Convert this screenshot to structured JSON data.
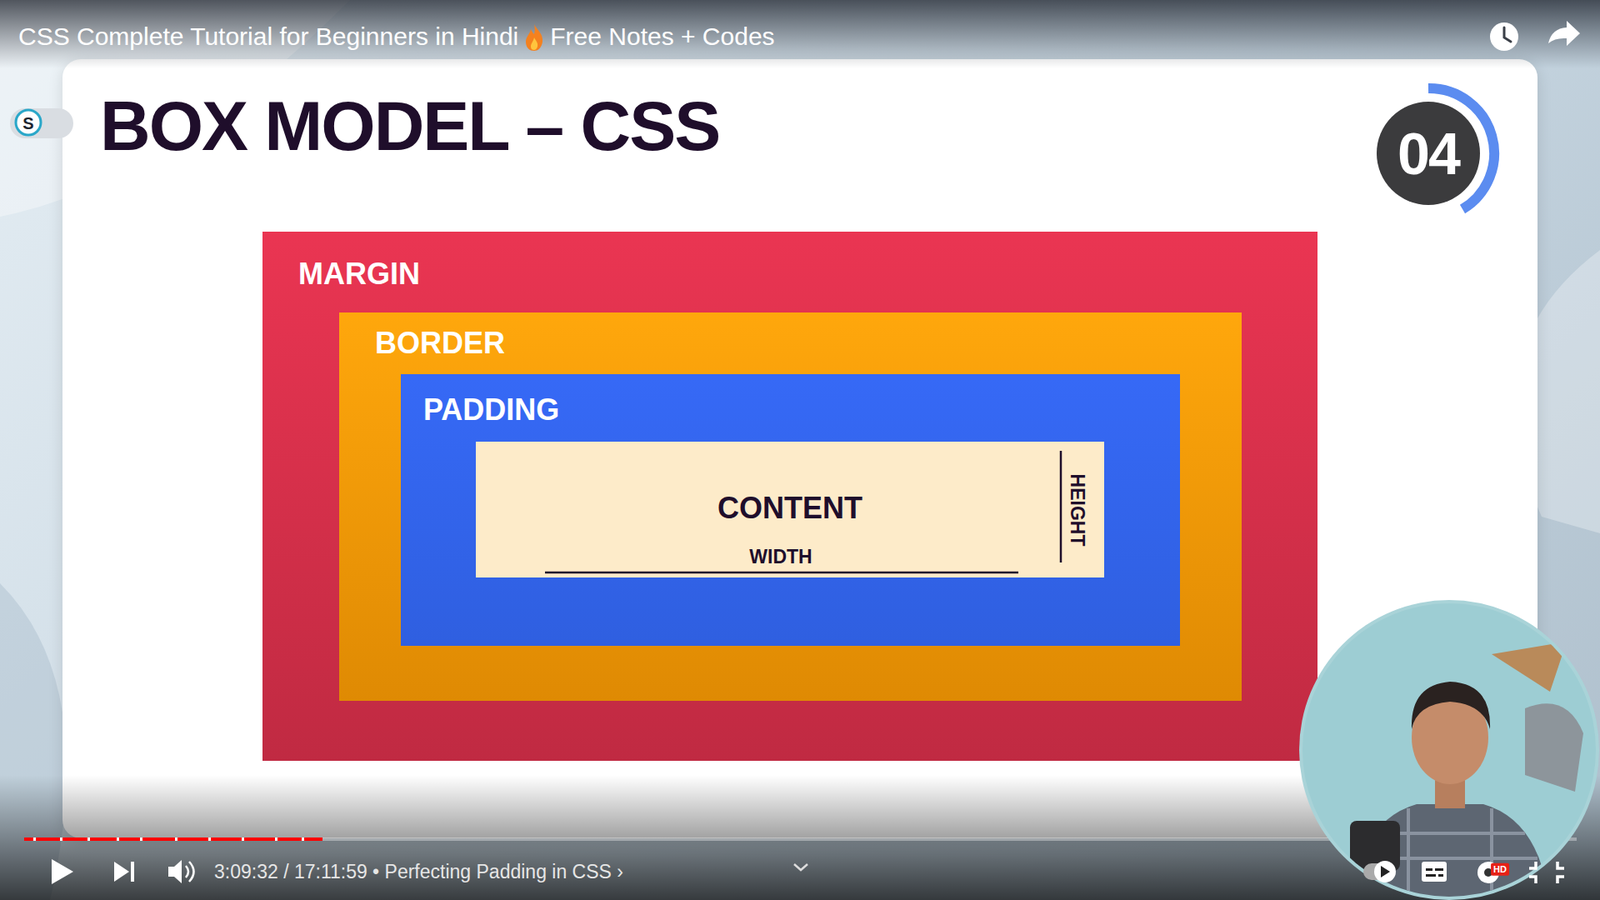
{
  "diagram": {
    "title": "BOX MODEL – CSS",
    "nodes": [
      {
        "text": [
          "MARGIN"
        ]
      },
      {
        "text": [
          "BORDER"
        ],
        "in": 0
      },
      {
        "text": [
          "PADDING"
        ],
        "in": 1
      },
      {
        "text": [
          "CONTENT",
          "WIDTH",
          "HEIGHT"
        ],
        "in": 2
      }
    ],
    "labels": [
      "CSS Complete Tutorial for Beginners in Hindi",
      "Free Notes + Codes",
      "04",
      "S",
      "3:09:32 / 17:11:59 • Perfecting Padding in CSS ›",
      "HD"
    ]
  }
}
